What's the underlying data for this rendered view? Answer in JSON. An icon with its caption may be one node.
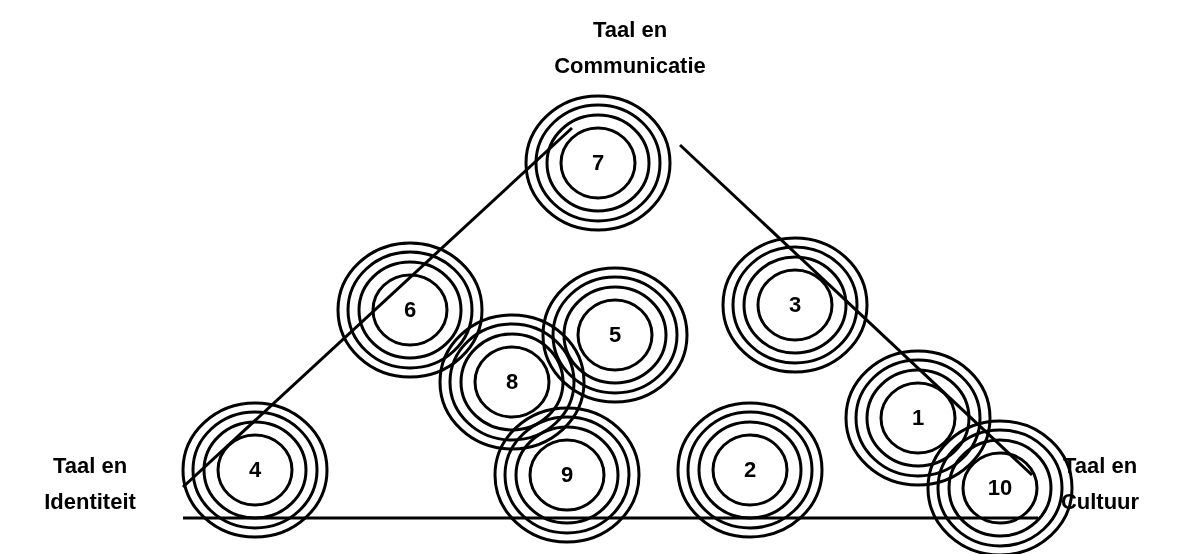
{
  "diagram": {
    "nodes": [
      {
        "text": [
          "7"
        ]
      },
      {
        "text": [
          "6"
        ]
      },
      {
        "text": [
          "3"
        ]
      },
      {
        "text": [
          "5"
        ]
      },
      {
        "text": [
          "8"
        ]
      },
      {
        "text": [
          "1"
        ]
      },
      {
        "text": [
          "4"
        ]
      },
      {
        "text": [
          "9"
        ]
      },
      {
        "text": [
          "2"
        ]
      },
      {
        "text": [
          "10"
        ]
      }
    ],
    "edges": [],
    "labels": [
      "Taal en Communicatie",
      "Taal en Identiteit",
      "Taal en Cultuur"
    ]
  }
}
